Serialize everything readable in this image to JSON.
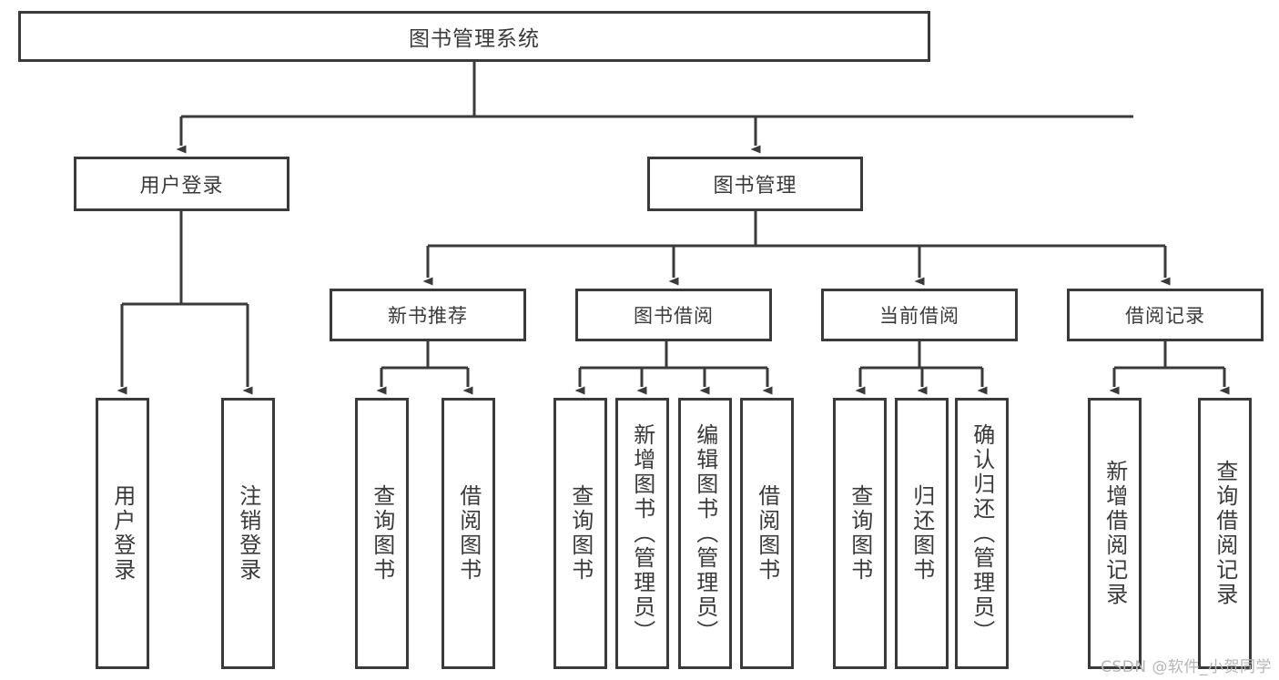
{
  "diagram": {
    "title": "图书管理系统",
    "type": "功能结构图",
    "stroke_color": "#3a3a3a",
    "fill_color": "#ffffff",
    "background": "#ffffff",
    "watermark": "CSDN @软件_小贺同学"
  },
  "nodes": {
    "root": {
      "label": "图书管理系统"
    },
    "level1": [
      {
        "id": "user-login",
        "label": "用户登录"
      },
      {
        "id": "book-manage",
        "label": "图书管理"
      }
    ],
    "level2": [
      {
        "id": "new-book-rec",
        "label": "新书推荐",
        "parent": "book-manage"
      },
      {
        "id": "book-borrow",
        "label": "图书借阅",
        "parent": "book-manage"
      },
      {
        "id": "current-borrow",
        "label": "当前借阅",
        "parent": "book-manage"
      },
      {
        "id": "borrow-record",
        "label": "借阅记录",
        "parent": "book-manage"
      }
    ],
    "leaves": [
      {
        "id": "leaf-user-login",
        "label": "用户登录",
        "parent": "user-login"
      },
      {
        "id": "leaf-user-logout",
        "label": "注销登录",
        "parent": "user-login"
      },
      {
        "id": "leaf-query-book-1",
        "label": "查询图书",
        "parent": "new-book-rec"
      },
      {
        "id": "leaf-borrow-book-1",
        "label": "借阅图书",
        "parent": "new-book-rec"
      },
      {
        "id": "leaf-query-book-2",
        "label": "查询图书",
        "parent": "book-borrow"
      },
      {
        "id": "leaf-add-book",
        "label": "新增图书（管理员）",
        "parent": "book-borrow"
      },
      {
        "id": "leaf-edit-book",
        "label": "编辑图书（管理员）",
        "parent": "book-borrow"
      },
      {
        "id": "leaf-borrow-book-2",
        "label": "借阅图书",
        "parent": "book-borrow"
      },
      {
        "id": "leaf-query-book-3",
        "label": "查询图书",
        "parent": "current-borrow"
      },
      {
        "id": "leaf-return-book",
        "label": "归还图书",
        "parent": "current-borrow"
      },
      {
        "id": "leaf-confirm-return",
        "label": "确认归还（管理员）",
        "parent": "current-borrow"
      },
      {
        "id": "leaf-add-record",
        "label": "新增借阅记录",
        "parent": "borrow-record"
      },
      {
        "id": "leaf-query-record",
        "label": "查询借阅记录",
        "parent": "borrow-record"
      }
    ]
  }
}
